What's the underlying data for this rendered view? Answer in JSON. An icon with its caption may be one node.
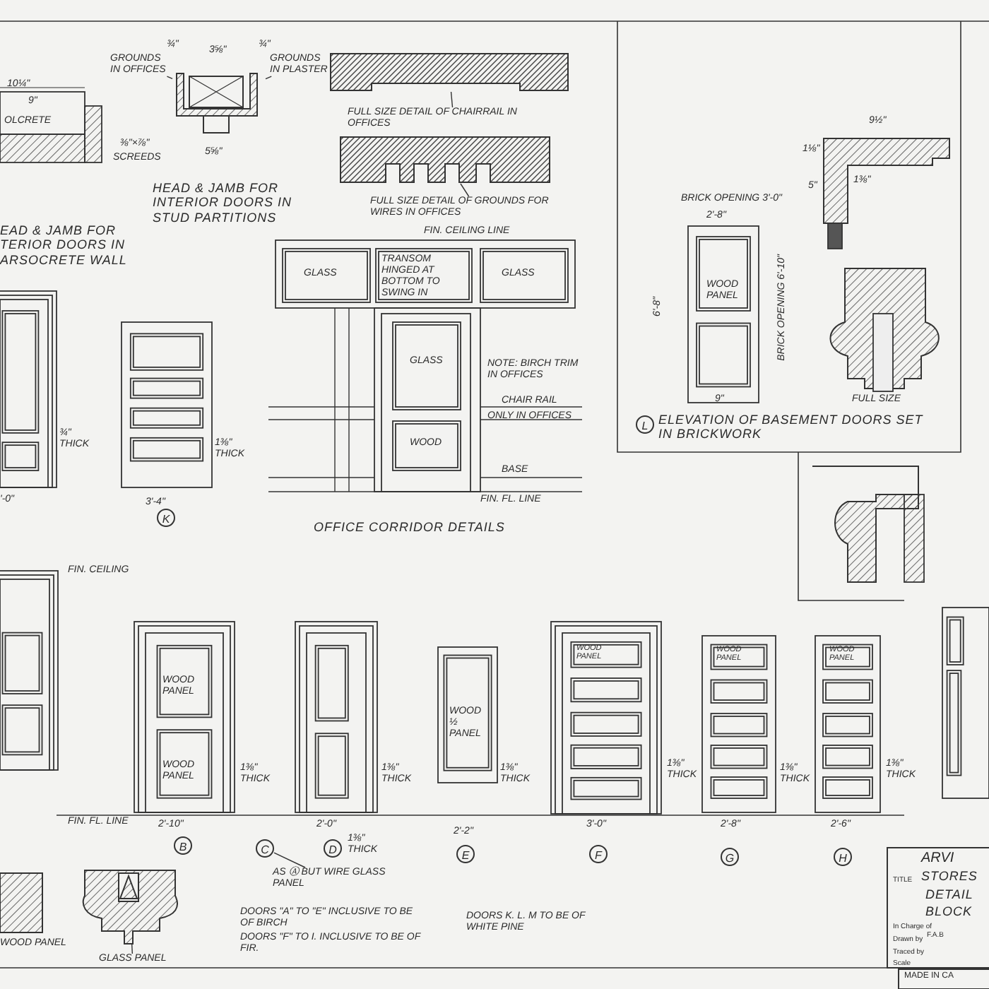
{
  "diagram": {
    "nodes": [
      {
        "text": [
          "GROUNDS IN OFFICES"
        ]
      },
      {
        "text": [
          "GROUNDS IN PLASTER"
        ]
      },
      {
        "text": [],
        "shape": "picture"
      },
      {
        "text": [
          "FULL SIZE DETAIL OF CHAIRRAIL IN OFFICES"
        ]
      },
      {
        "text": [],
        "shape": "picture"
      },
      {
        "text": [
          "FULL SIZE DETAIL OF GROUNDS FOR WIRES IN OFFICES"
        ]
      },
      {
        "text": [],
        "shape": "picture"
      },
      {
        "text": [
          "K"
        ],
        "beside": [
          "3'-4\""
        ]
      },
      {
        "text": [
          "L"
        ],
        "beside": [
          "ELEVATION OF BASEMENT DOORS SET IN BRICKWORK"
        ]
      },
      {
        "text": [
          "B"
        ],
        "beside": [
          "2'-10\""
        ]
      },
      {
        "text": [
          "C"
        ]
      },
      {
        "text": [
          "AS Ⓐ BUT WIRE GLASS PANEL"
        ]
      },
      {
        "text": [
          "D"
        ],
        "beside": [
          "2'-0\""
        ]
      },
      {
        "text": [
          "E"
        ],
        "beside": [
          "2'-2\""
        ]
      },
      {
        "text": [
          "F"
        ],
        "beside": [
          "3'-0\""
        ]
      },
      {
        "text": [
          "G"
        ],
        "beside": [
          "2'-8\""
        ]
      },
      {
        "text": [
          "H"
        ],
        "beside": [
          "2'-6\""
        ]
      },
      {
        "text": [
          "GLASS PANEL"
        ]
      },
      {
        "text": [],
        "shape": "picture"
      }
    ],
    "edges": [
      {
        "from": 0,
        "to": 2,
        "arrow": "none"
      },
      {
        "from": 1,
        "to": 2,
        "arrow": "none"
      },
      {
        "from": 3,
        "to": 4,
        "arrow": "none"
      },
      {
        "from": 5,
        "to": 6,
        "arrow": "none"
      },
      {
        "from": 10,
        "to": 11,
        "arrow": "none"
      },
      {
        "from": 17,
        "to": 18,
        "arrow": "none"
      }
    ],
    "labels": [
      "10¼\"",
      "9\"",
      "OLCRETE",
      "¾\"",
      "3⅝\"",
      "¾\"",
      "⅜\"×⅞\"",
      "SCREEDS",
      "5⅝\"",
      "HEAD & JAMB FOR INTERIOR DOORS IN STUD PARTITIONS",
      "EAD & JAMB FOR TERIOR DOORS IN ARSOCRETE WALL",
      "FIN. CEILING LINE",
      "GLASS",
      "TRANSOM HINGED AT BOTTOM TO SWING IN",
      "GLASS",
      "GLASS",
      "WOOD",
      "NOTE: BIRCH TRIM IN OFFICES",
      "CHAIR RAIL",
      "ONLY IN OFFICES",
      "BASE",
      "FIN. FL. LINE",
      "¾\" THICK",
      "'-0\"",
      "1⅜\" THICK",
      "OFFICE CORRIDOR DETAILS",
      "BRICK OPENING 3'-0\"",
      "2'-8\"",
      "6'-8\"",
      "BRICK OPENING 6'-10\"",
      "WOOD PANEL",
      "9\"",
      "9½\"",
      "1⅛\"",
      "5\"",
      "1⅜\"",
      "FULL SIZE",
      "FIN. CEILING",
      "FIN. FL. LINE",
      "WOOD PANEL",
      "WOOD PANEL",
      "1⅜\" THICK",
      "1⅜\" THICK",
      "1⅜\" THICK",
      "WOOD ½ PANEL",
      "1⅜\" THICK",
      "WOOD PANEL",
      "1⅜\" THICK",
      "WOOD PANEL",
      "1⅜\" THICK",
      "WOOD PANEL",
      "1⅜\" THICK",
      "WOOD PANEL",
      "DOORS \"A\" TO \"E\" INCLUSIVE TO BE OF BIRCH",
      "DOORS \"F\" TO I. INCLUSIVE TO BE OF FIR.",
      "DOORS K. L. M TO BE OF WHITE PINE",
      "ARVI",
      "TITLE",
      "STORES",
      "DETAIL",
      "BLOCK",
      "In Charge of",
      "Drawn by",
      "F.A.B",
      "Traced by",
      "Scale",
      "MADE IN CA"
    ]
  }
}
